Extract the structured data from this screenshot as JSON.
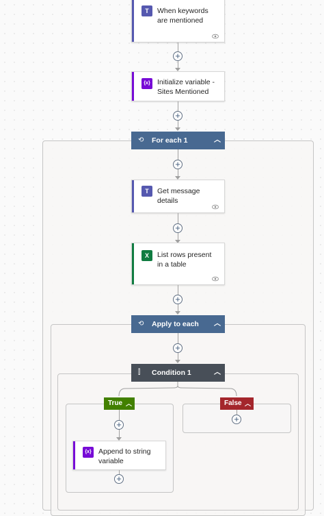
{
  "steps": {
    "trigger": {
      "label": "When keywords are mentioned",
      "icon": "teams-icon"
    },
    "init_var": {
      "label": "Initialize variable - Sites Mentioned",
      "icon": "variable-icon",
      "icon_text": "{x}"
    },
    "foreach": {
      "label": "For each 1",
      "icon": "loop-icon"
    },
    "get_msg": {
      "label": "Get message details",
      "icon": "teams-icon"
    },
    "list_rows": {
      "label": "List rows present in a table",
      "icon": "excel-icon"
    },
    "apply_each": {
      "label": "Apply to each",
      "icon": "loop-icon"
    },
    "condition": {
      "label": "Condition 1",
      "icon": "condition-icon"
    },
    "true_branch": {
      "label": "True"
    },
    "false_branch": {
      "label": "False"
    },
    "append": {
      "label": "Append to string variable",
      "icon": "variable-icon",
      "icon_text": "{x}"
    }
  },
  "colors": {
    "teams": "#5558af",
    "variable": "#770bd6",
    "loop_header": "#486991",
    "condition_header": "#484f58",
    "excel": "#107c41",
    "true": "#428000",
    "false": "#a4262c",
    "connector": "#a0a0a0"
  }
}
